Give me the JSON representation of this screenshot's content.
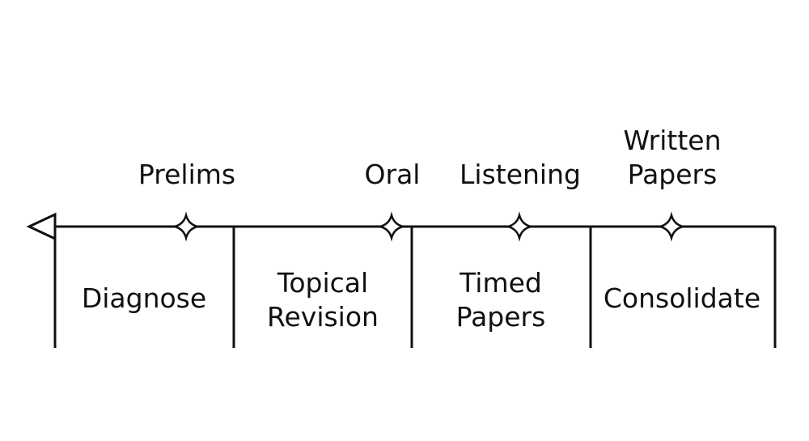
{
  "milestones": [
    {
      "label": "Prelims"
    },
    {
      "label": "Oral"
    },
    {
      "label": "Listening"
    },
    {
      "label_line1": "Written",
      "label_line2": "Papers"
    }
  ],
  "phases": [
    {
      "label": "Diagnose"
    },
    {
      "label_line1": "Topical",
      "label_line2": "Revision"
    },
    {
      "label_line1": "Timed",
      "label_line2": "Papers"
    },
    {
      "label": "Consolidate"
    }
  ],
  "colors": {
    "line": "#111111",
    "background": "#ffffff"
  }
}
